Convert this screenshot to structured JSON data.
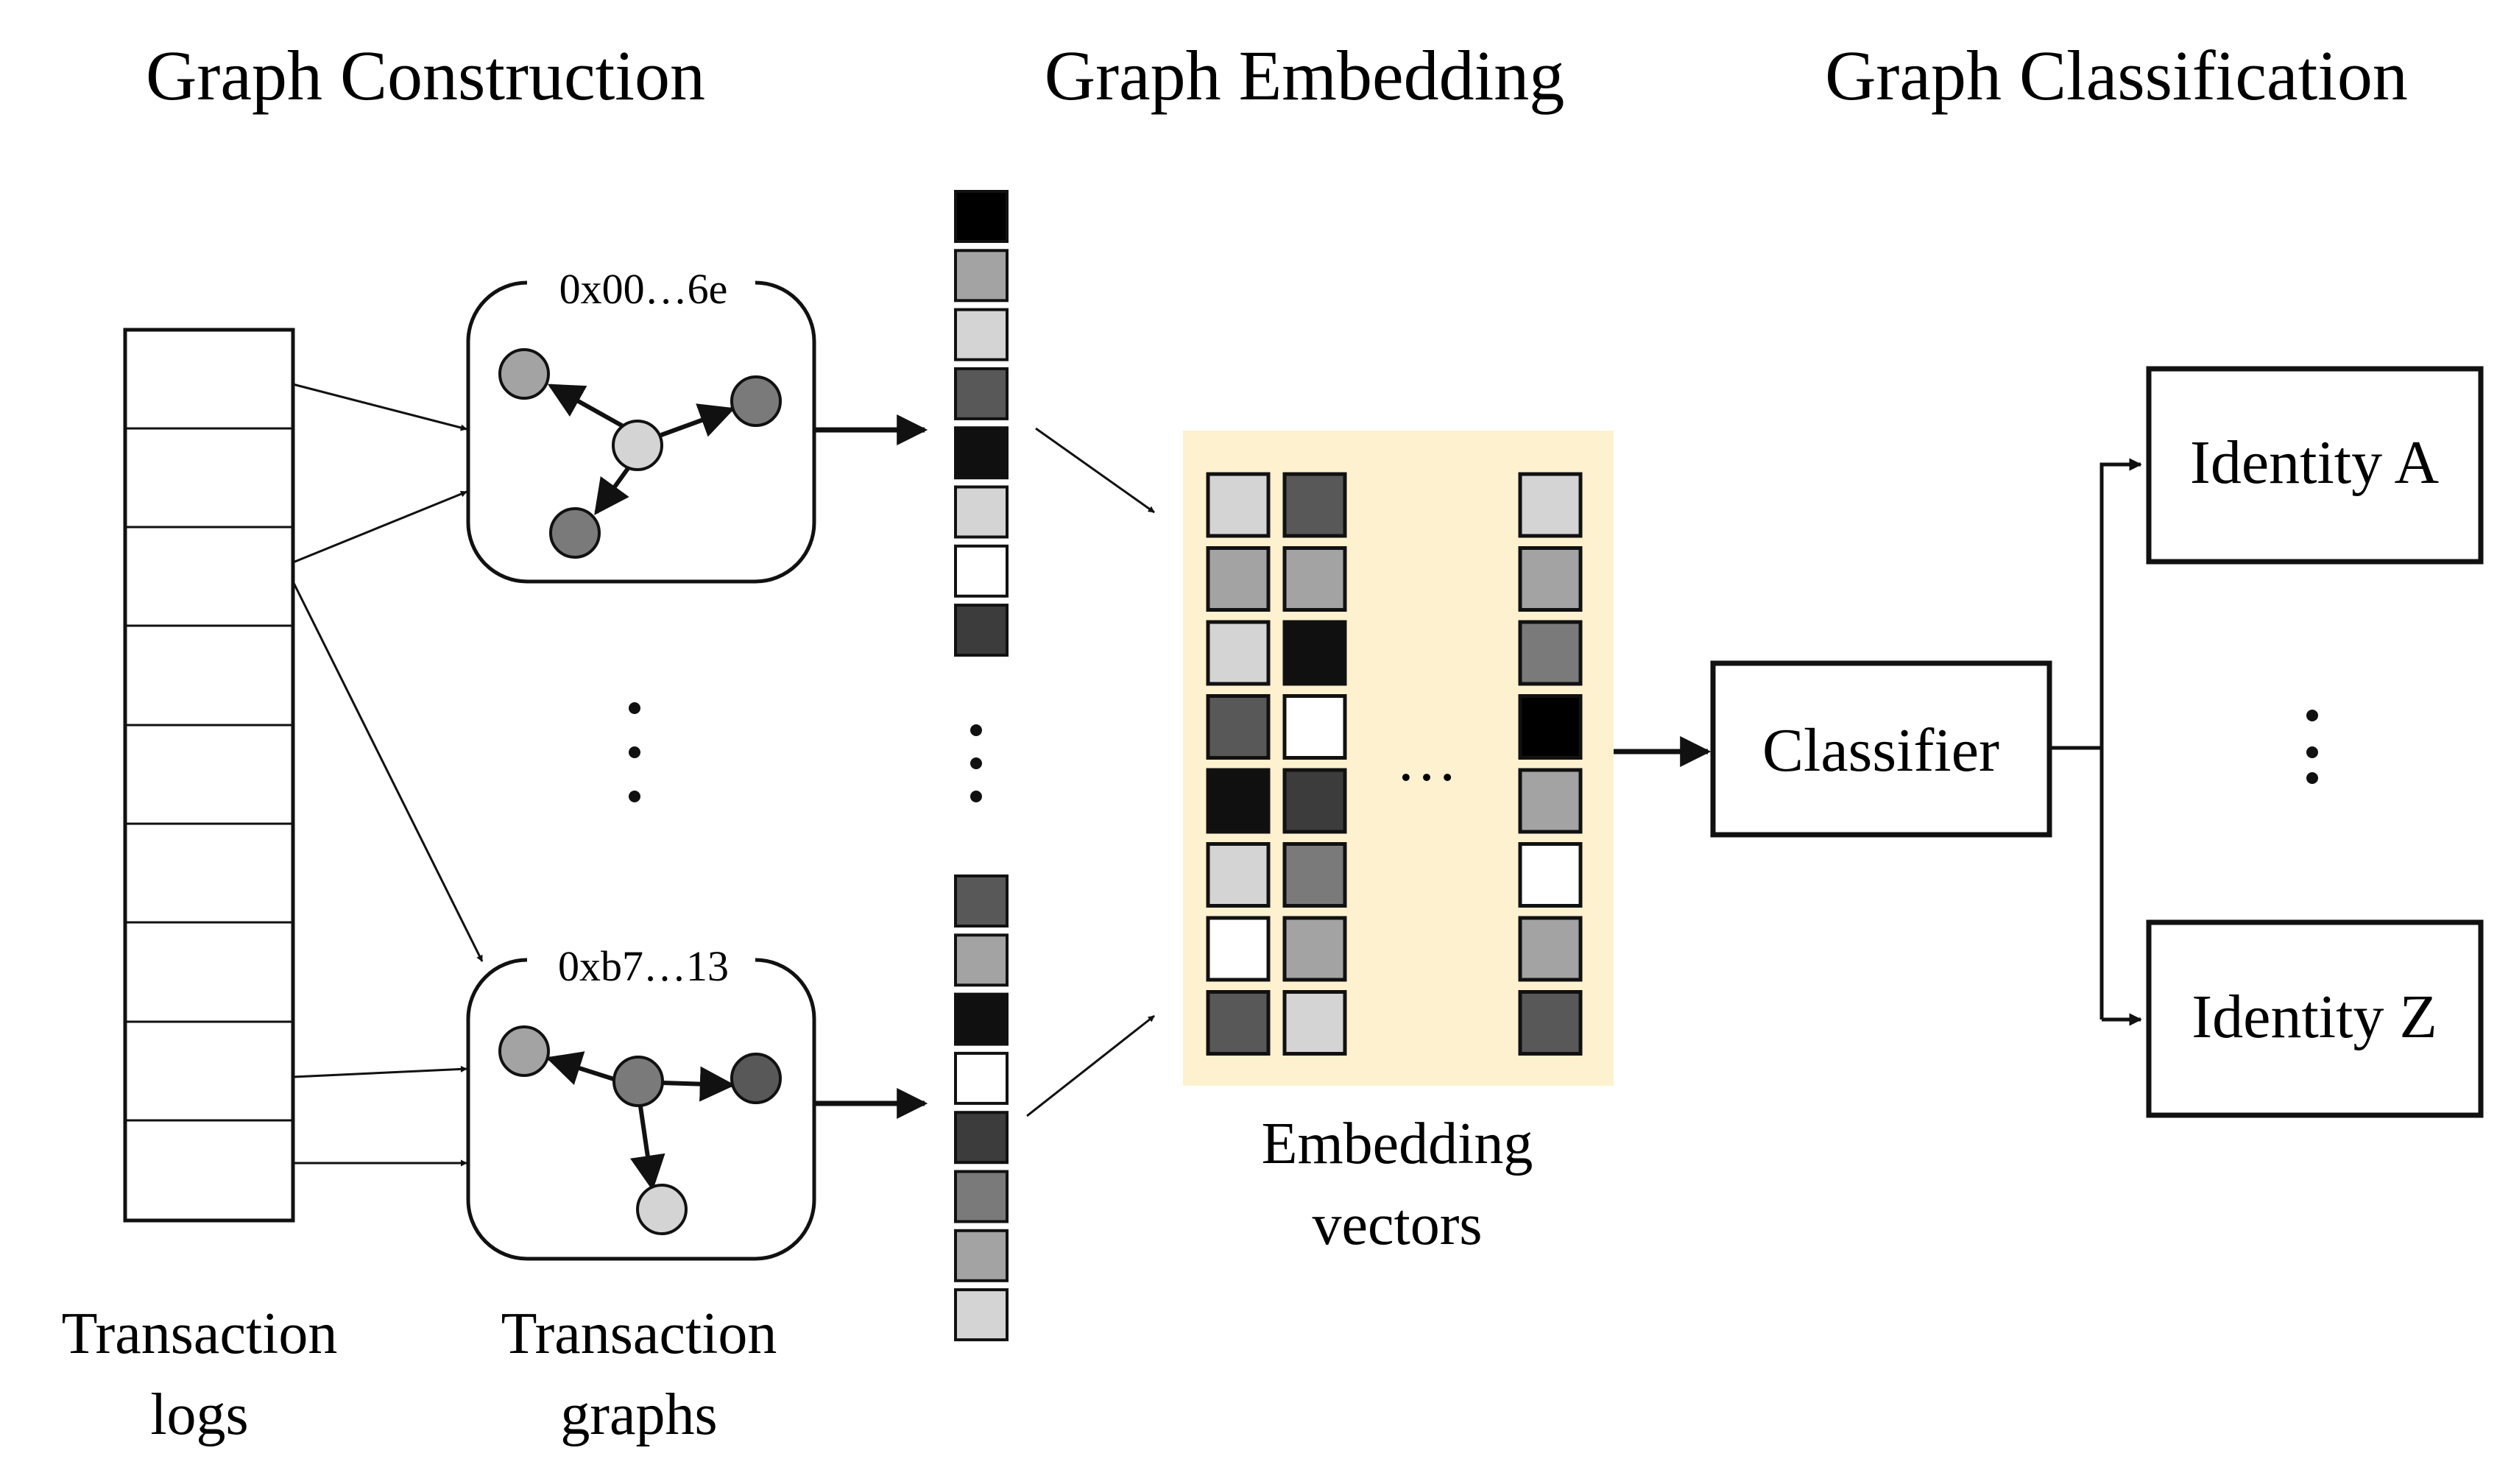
{
  "headings": {
    "construction": "Graph Construction",
    "embedding": "Graph Embedding",
    "classification": "Graph Classification"
  },
  "graphs": {
    "top_address": "0x00…6e",
    "bottom_address": "0xb7…13"
  },
  "labels": {
    "transaction_logs_line1": "Transaction",
    "transaction_logs_line2": "logs",
    "transaction_graphs_line1": "Transaction",
    "transaction_graphs_line2": "graphs",
    "embedding_vectors_line1": "Embedding",
    "embedding_vectors_line2": "vectors",
    "classifier": "Classifier",
    "identity_a": "Identity A",
    "identity_z": "Identity Z",
    "column_ellipsis": "…"
  },
  "colors": {
    "embedding_panel": "#fdf1cf",
    "shades": [
      "#000000",
      "#101010",
      "#3c3c3c",
      "#585858",
      "#7a7a7a",
      "#a3a3a3",
      "#d4d4d4",
      "#ffffff"
    ]
  },
  "vectors": {
    "top_vector": [
      0,
      5,
      6,
      3,
      1,
      6,
      7,
      2
    ],
    "bottom_vector": [
      3,
      5,
      1,
      7,
      2,
      4,
      5,
      6
    ],
    "matrix_col1": [
      6,
      5,
      6,
      3,
      1,
      6,
      7,
      3
    ],
    "matrix_col2": [
      3,
      5,
      1,
      7,
      2,
      4,
      5,
      6
    ],
    "matrix_col3": [
      6,
      5,
      4,
      0,
      5,
      7,
      5,
      3
    ]
  }
}
